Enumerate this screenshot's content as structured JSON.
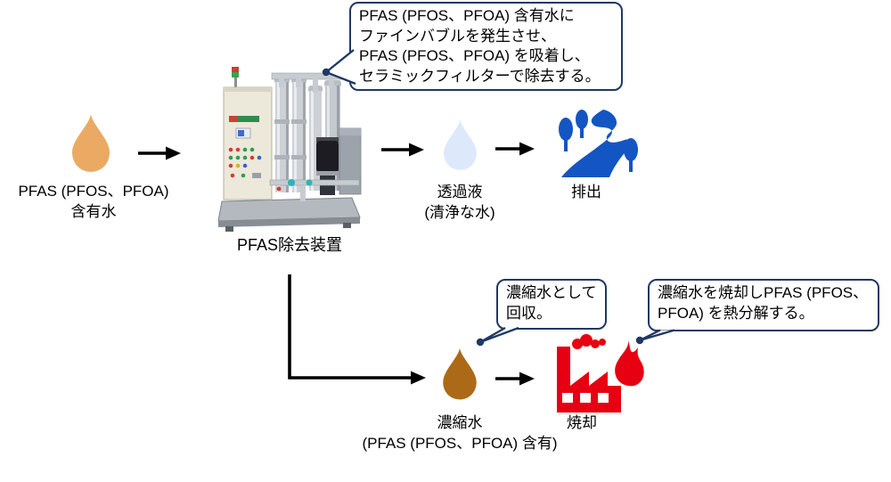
{
  "colors": {
    "arrow": "#000000",
    "callout_border": "#1f3864",
    "drop_source": "#ebaa63",
    "drop_permeate": "#dde9fb",
    "drop_concentrate": "#ac6a18",
    "river_blue": "#1355c2",
    "factory_red": "#e60012"
  },
  "callouts": {
    "process": {
      "lines": [
        "PFAS (PFOS、PFOA) 含有水に",
        "ファインバブルを発生させ、",
        "PFAS (PFOS、PFOA) を吸着し、",
        "セラミックフィルターで除去する。"
      ]
    },
    "recovery": {
      "lines": [
        "濃縮水として",
        "回収。"
      ]
    },
    "incineration": {
      "lines": [
        "濃縮水を焼却しPFAS (PFOS、",
        "PFOA) を熱分解する。"
      ]
    }
  },
  "nodes": {
    "source": {
      "line1": "PFAS (PFOS、PFOA)",
      "line2": "含有水"
    },
    "machine": {
      "label": "PFAS除去装置"
    },
    "permeate": {
      "line1": "透過液",
      "line2": "(清浄な水)"
    },
    "discharge": {
      "label": "排出"
    },
    "concentrate": {
      "line1": "濃縮水",
      "line2": "(PFAS (PFOS、PFOA) 含有)"
    },
    "incineration": {
      "label": "焼却"
    }
  }
}
